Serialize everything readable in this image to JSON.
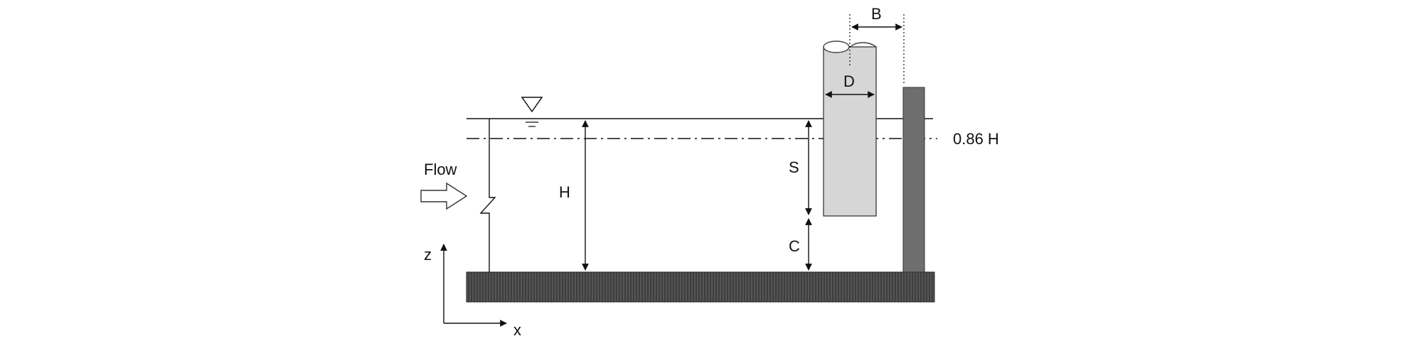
{
  "labels": {
    "flow": "Flow",
    "depth": "H",
    "submergence": "S",
    "clearance": "C",
    "diameter": "D",
    "offset": "B",
    "measurement_level": "0.86 H",
    "z_axis": "z",
    "x_axis": "x"
  },
  "colors": {
    "line": "#111111",
    "pile_fill": "#d6d6d6",
    "pile_stroke": "#444444",
    "wall_fill": "#6e6e6e",
    "bed_fill": "#4a4a4a"
  },
  "icons": {
    "water_surface_symbol": "inverted-triangle-icon",
    "flow_arrow": "hollow-arrow-icon"
  }
}
